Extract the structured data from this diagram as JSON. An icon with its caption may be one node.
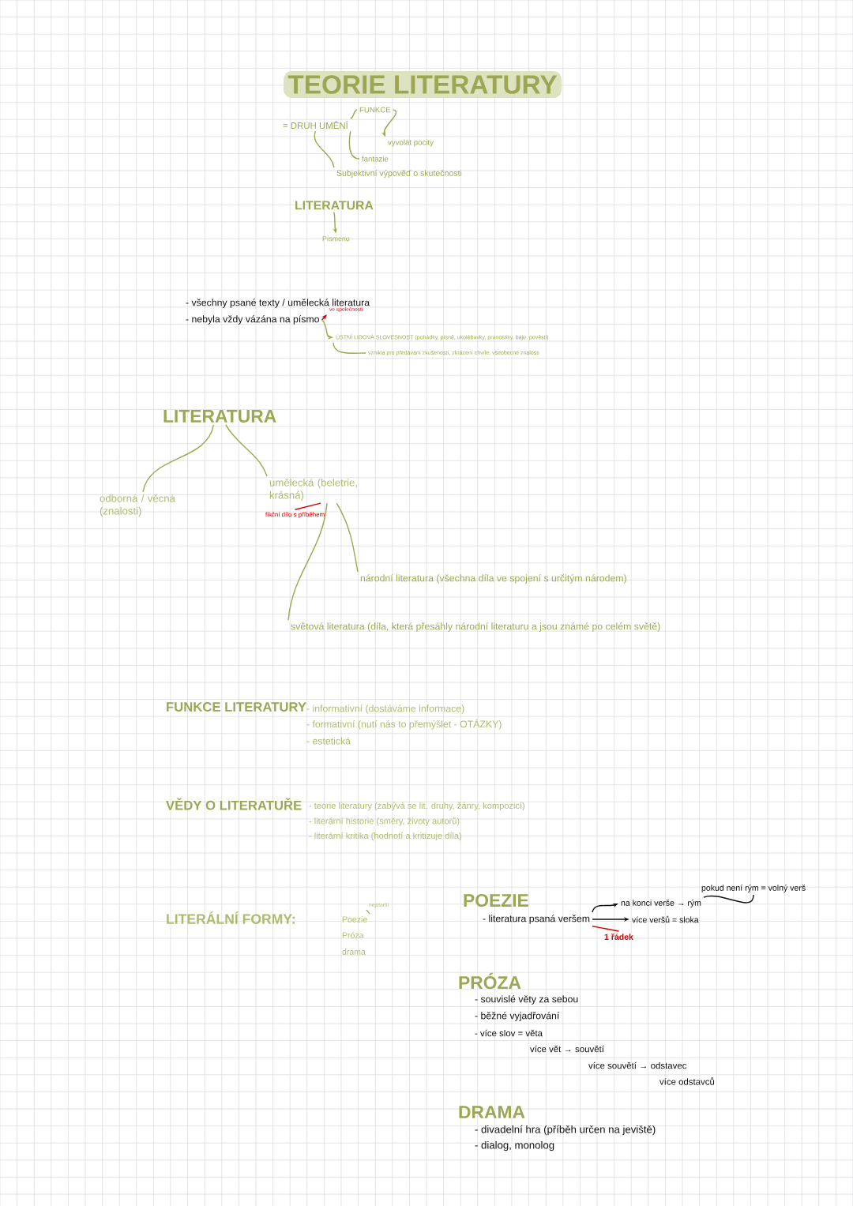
{
  "diagram": {
    "title": "TEORIE LITERATURY",
    "nodes": [
      {
        "text": [
          "= DRUH UMĚNÍ"
        ]
      },
      {
        "text": [
          "FUNKCE"
        ]
      },
      {
        "text": [
          "vyvolat pocity"
        ]
      },
      {
        "text": [
          "fantazie"
        ]
      },
      {
        "text": [
          "Subjektivní výpověď o skutečnosti"
        ]
      },
      {
        "text": [
          "LITERATURA"
        ]
      },
      {
        "text": [
          "Písmeno"
        ]
      },
      {
        "text": [
          "- nebyla vždy vázána na písmo"
        ]
      },
      {
        "text": [
          "ve společnosti"
        ]
      },
      {
        "text": [
          "ÚSTNÍ LIDOVÁ SLOVESNOST (pohádky, písně, ukolébavky, pranostiky, báje, pověsti)"
        ]
      },
      {
        "text": [
          "vznikla pro předávání zkušeností, zkrácení chvíle, všeobecné znalosti"
        ]
      },
      {
        "text": [
          "LITERATURA"
        ]
      },
      {
        "text": [
          "odborná / věcná (znalosti)"
        ]
      },
      {
        "text": [
          "umělecká (beletrie, krásná)"
        ]
      },
      {
        "text": [
          "fikční dílo s příběhem"
        ]
      },
      {
        "text": [
          "národní literatura (všechna díla ve spojení s určitým národem)"
        ]
      },
      {
        "text": [
          "světová literatura (díla, která přesáhly národní literaturu a jsou známé po celém světě)"
        ]
      },
      {
        "text": [
          "nejstarší"
        ]
      },
      {
        "text": [
          "Poezie"
        ]
      },
      {
        "text": [
          "- literatura psaná veršem"
        ]
      },
      {
        "text": [
          "více veršů = sloka"
        ]
      },
      {
        "text": [
          "na konci verše → rým"
        ]
      },
      {
        "text": [
          "1 řádek"
        ]
      },
      {
        "text": [
          "pokud není rým = volný verš"
        ]
      }
    ],
    "edges": [
      {
        "from": 0,
        "to": 1,
        "arrow": "none"
      },
      {
        "from": 1,
        "to": 2,
        "arrow": "to"
      },
      {
        "from": 0,
        "to": 3,
        "arrow": "none"
      },
      {
        "from": 0,
        "to": 4,
        "arrow": "none"
      },
      {
        "from": 5,
        "to": 6,
        "arrow": "to"
      },
      {
        "from": 7,
        "to": 8,
        "arrow": "to",
        "color": "#d40000"
      },
      {
        "from": 7,
        "to": 9,
        "arrow": "to"
      },
      {
        "from": 9,
        "to": 10,
        "arrow": "none"
      },
      {
        "from": 11,
        "to": 12,
        "arrow": "none"
      },
      {
        "from": 11,
        "to": 13,
        "arrow": "none"
      },
      {
        "from": 14,
        "to": 13,
        "arrow": "none",
        "color": "#d40000"
      },
      {
        "from": 13,
        "to": 15,
        "arrow": "none"
      },
      {
        "from": 13,
        "to": 16,
        "arrow": "none"
      },
      {
        "from": 17,
        "to": 18,
        "arrow": "none"
      },
      {
        "from": 19,
        "to": 20,
        "arrow": "to",
        "color": "#111111"
      },
      {
        "from": 19,
        "to": 21,
        "arrow": "to",
        "color": "#111111"
      },
      {
        "from": 22,
        "to": 19,
        "arrow": "none",
        "color": "#d40000"
      },
      {
        "from": 23,
        "to": 21,
        "arrow": "none",
        "color": "#111111"
      }
    ],
    "labels": [
      "- všechny psané texty / umělecká literatura",
      "FUNKCE LITERATURY",
      "- informativní (dostáváme informace)",
      "- formativní (nutí nás to přemýšlet - OTÁZKY)",
      "- estetická",
      "VĚDY O LITERATUŘE",
      "- teorie literatury (zabývá se lit. druhy, žánry, kompozicí)",
      "- literární historie (směry, životy autorů)",
      "- literární kritika (hodnotí a kritizuje díla)",
      "LITERÁLNÍ FORMY:",
      "Próza",
      "drama",
      "POEZIE",
      "PRÓZA",
      "- souvislé věty za sebou",
      "- běžné vyjadřování",
      "- více slov = věta",
      "více vět → souvětí",
      "více souvětí → odstavec",
      "více odstavců",
      "DRAMA",
      "- divadelní hra (příběh určen na jeviště)",
      "- dialog, monolog"
    ]
  }
}
